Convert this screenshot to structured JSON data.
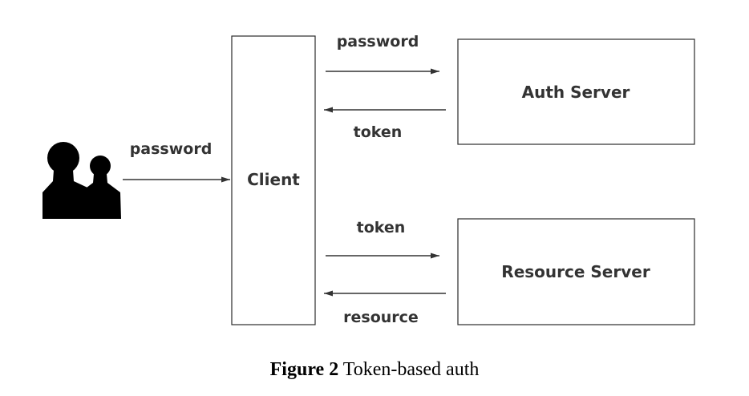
{
  "diagram": {
    "nodes": {
      "user": {
        "icon": "users-icon"
      },
      "client": {
        "label": "Client"
      },
      "auth_server": {
        "label": "Auth Server"
      },
      "resource_server": {
        "label": "Resource Server"
      }
    },
    "edges": {
      "user_to_client": {
        "label": "password"
      },
      "client_to_auth": {
        "label": "password"
      },
      "auth_to_client": {
        "label": "token"
      },
      "client_to_resource": {
        "label": "token"
      },
      "resource_to_client": {
        "label": "resource"
      }
    }
  },
  "caption": {
    "number": "Figure 2",
    "text": "Token-based auth"
  },
  "colors": {
    "stroke": "#333333",
    "icon": "#000000",
    "background": "#ffffff"
  }
}
